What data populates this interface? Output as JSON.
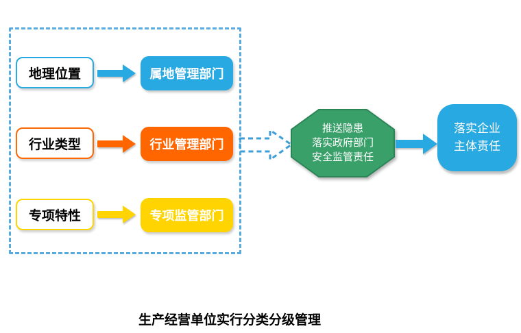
{
  "caption": "生产经营单位实行分类分级管理",
  "classification_box": {
    "rows": [
      {
        "source": "地理位置",
        "target": "属地管理部门",
        "color": "#29A9E1"
      },
      {
        "source": "行业类型",
        "target": "行业管理部门",
        "color": "#FF6600"
      },
      {
        "source": "专项特性",
        "target": "专项监管部门",
        "color": "#FFD400"
      }
    ]
  },
  "octagon": {
    "line1": "推送隐患",
    "line2": "落实政府部门",
    "line3": "安全监管责任"
  },
  "result_box": {
    "line1": "落实企业",
    "line2": "主体责任"
  },
  "colors": {
    "blue": "#29A9E1",
    "orange": "#FF6600",
    "yellow": "#FFD400",
    "green": "#3AA06A",
    "green_border": "#2B8456",
    "dashed_border_blue": "#58ABDE",
    "dashed_arrow_blue": "#3D9ED8",
    "text_dark": "#000000",
    "text_light": "#FFFFFF"
  }
}
